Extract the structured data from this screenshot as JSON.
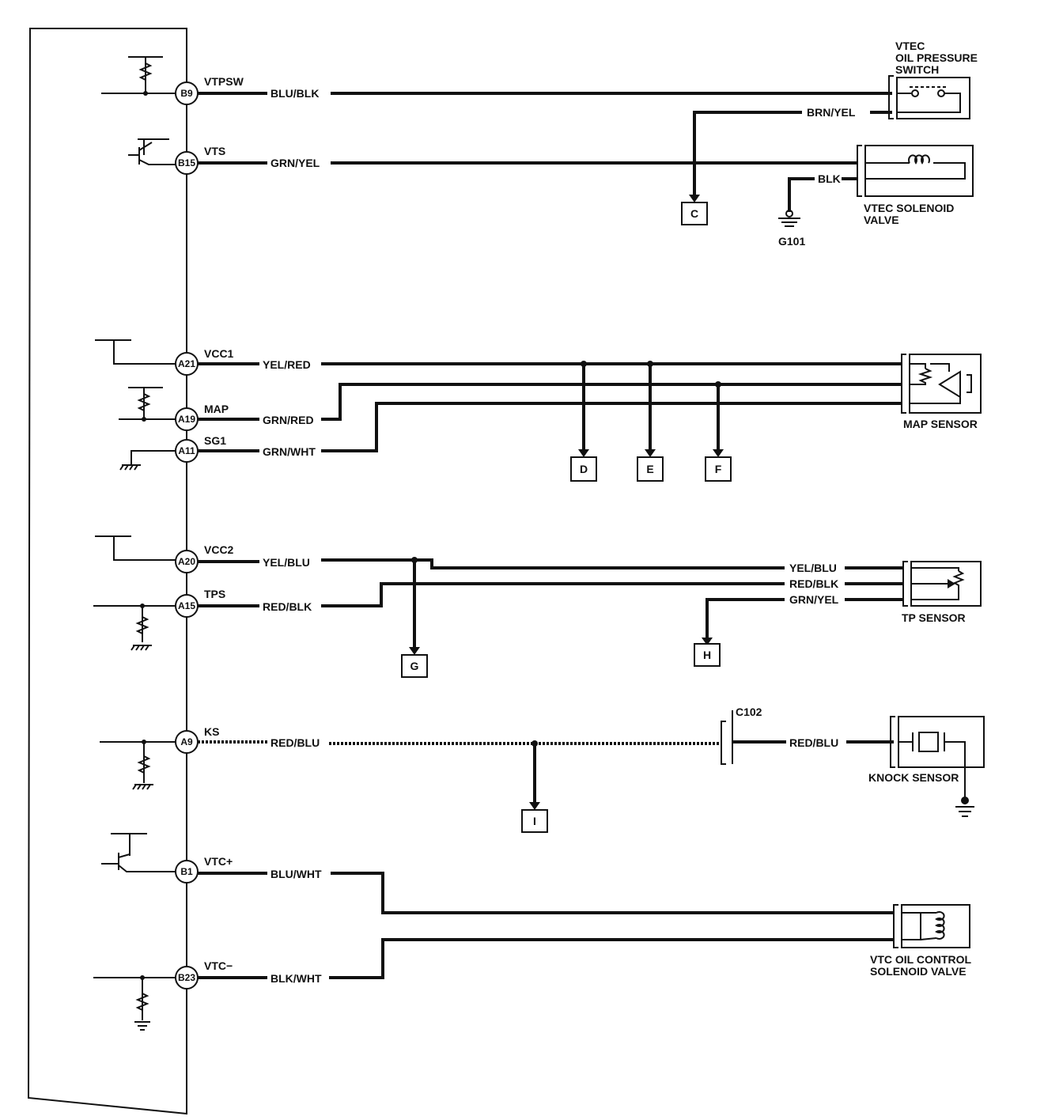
{
  "ecm_pins": [
    {
      "id": "B9",
      "signal": "VTPSW",
      "wire": "BLU/BLK"
    },
    {
      "id": "B15",
      "signal": "VTS",
      "wire": "GRN/YEL"
    },
    {
      "id": "A21",
      "signal": "VCC1",
      "wire": "YEL/RED"
    },
    {
      "id": "A19",
      "signal": "MAP",
      "wire": "GRN/RED"
    },
    {
      "id": "A11",
      "signal": "SG1",
      "wire": "GRN/WHT"
    },
    {
      "id": "A20",
      "signal": "VCC2",
      "wire": "YEL/BLU"
    },
    {
      "id": "A15",
      "signal": "TPS",
      "wire": "RED/BLK"
    },
    {
      "id": "A9",
      "signal": "KS",
      "wire": "RED/BLU"
    },
    {
      "id": "B1",
      "signal": "VTC+",
      "wire": "BLU/WHT"
    },
    {
      "id": "B23",
      "signal": "VTC−",
      "wire": "BLK/WHT"
    }
  ],
  "components": {
    "vtec_pressure_switch": [
      "VTEC",
      "OIL PRESSURE",
      "SWITCH"
    ],
    "vtec_solenoid": [
      "VTEC SOLENOID",
      "VALVE"
    ],
    "map_sensor": "MAP SENSOR",
    "tp_sensor": "TP SENSOR",
    "knock_sensor": "KNOCK SENSOR",
    "vtc_solenoid": [
      "VTC OIL CONTROL",
      "SOLENOID VALVE"
    ]
  },
  "right_wires": {
    "vtec_switch_ground": "BRN/YEL",
    "vtec_solenoid_ground": "BLK",
    "tp_vcc": "YEL/BLU",
    "tp_signal": "RED/BLK",
    "tp_ground": "GRN/YEL",
    "knock": "RED/BLU"
  },
  "ground": "G101",
  "connector": "C102",
  "references": [
    "C",
    "D",
    "E",
    "F",
    "G",
    "H",
    "I"
  ]
}
